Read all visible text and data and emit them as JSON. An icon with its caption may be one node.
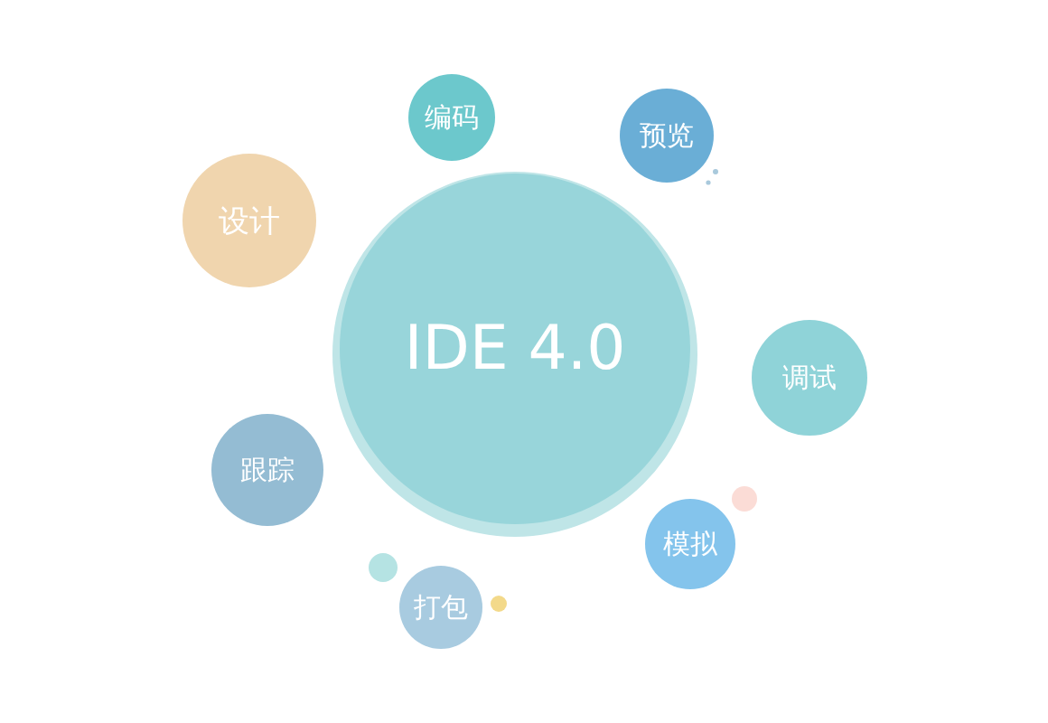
{
  "diagram": {
    "nodes": [
      {
        "text": [
          "编码"
        ]
      },
      {
        "text": [
          "预览"
        ]
      },
      {
        "text": [
          "设计"
        ]
      },
      {
        "text": [
          "IDE 4.0"
        ]
      },
      {
        "text": [
          "调试"
        ]
      },
      {
        "text": [
          "跟踪"
        ]
      },
      {
        "text": [
          "模拟"
        ]
      },
      {
        "text": [
          "打包"
        ]
      }
    ]
  }
}
